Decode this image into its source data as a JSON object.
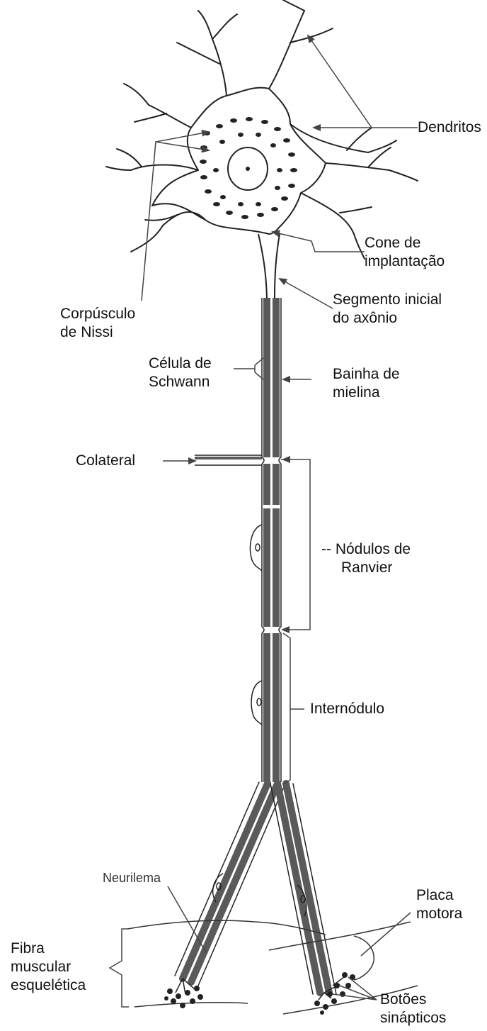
{
  "labels": {
    "dendritos": "Dendritos",
    "cone": [
      "Cone de",
      "implantação"
    ],
    "segmento": [
      "Segmento inicial",
      "do axônio"
    ],
    "corpusculo": [
      "Corpúsculo",
      "de Nissi"
    ],
    "celula": [
      "Célula de",
      "Schwann"
    ],
    "bainha": [
      "Bainha de",
      "mielina"
    ],
    "colateral": "Colateral",
    "nodulos": [
      "-- Nódulos de",
      "Ranvier"
    ],
    "internodulo": "Internódulo",
    "neurilema": "Neurilema",
    "placa": [
      "Placa",
      "motora"
    ],
    "fibra": [
      "Fibra",
      "muscular",
      "esquelética"
    ],
    "botoes": [
      "Botões",
      "sinápticos"
    ]
  },
  "colors": {
    "ink": "#222222",
    "myelin": "#5a5a5a",
    "background": "#ffffff"
  }
}
